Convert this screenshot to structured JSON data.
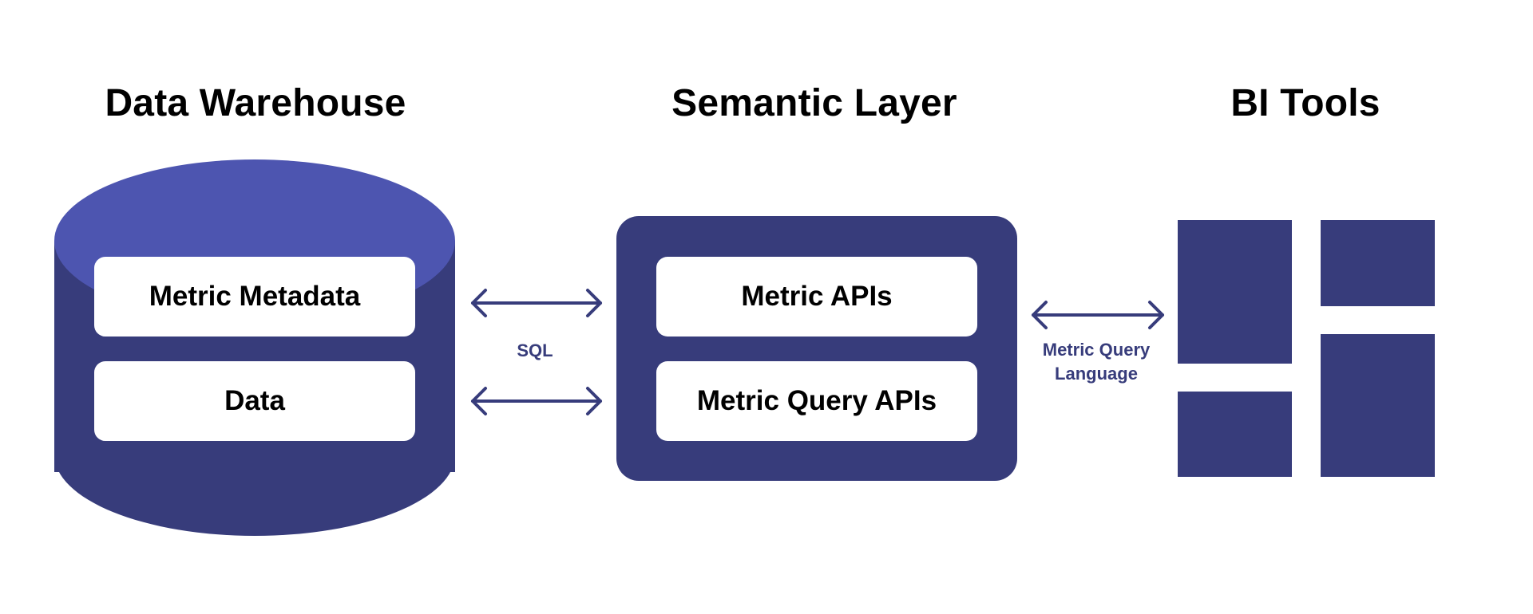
{
  "sections": {
    "data_warehouse": {
      "title": "Data Warehouse",
      "boxes": [
        "Metric Metadata",
        "Data"
      ]
    },
    "semantic_layer": {
      "title": "Semantic Layer",
      "boxes": [
        "Metric APIs",
        "Metric Query APIs"
      ]
    },
    "bi_tools": {
      "title": "BI Tools"
    }
  },
  "connectors": {
    "warehouse_to_semantic": "SQL",
    "semantic_to_bi": [
      "Metric Query",
      "Language"
    ]
  },
  "colors": {
    "primary_dark": "#373c7b",
    "primary_light": "#4d55b0",
    "box_fill": "#ffffff",
    "title_text": "#000000"
  }
}
